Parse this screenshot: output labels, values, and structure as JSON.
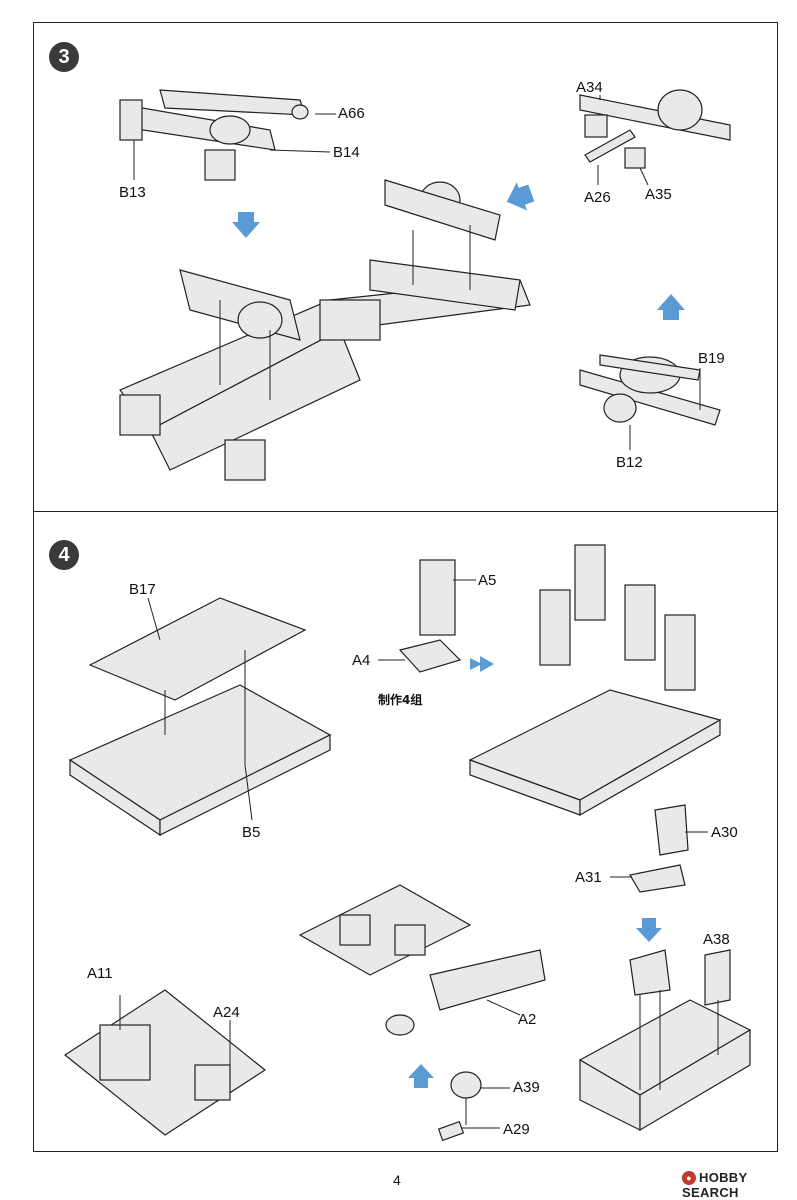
{
  "steps": {
    "step3": {
      "number": "3",
      "labels": {
        "a66": "A66",
        "b14": "B14",
        "b13": "B13",
        "a34": "A34",
        "a26": "A26",
        "a35": "A35",
        "b19": "B19",
        "b12": "B12"
      }
    },
    "step4": {
      "number": "4",
      "labels": {
        "b17": "B17",
        "b5": "B5",
        "a5": "A5",
        "a4": "A4",
        "make4": "制作4组",
        "a30": "A30",
        "a31": "A31",
        "a38": "A38",
        "a11": "A11",
        "a24": "A24",
        "a2": "A2",
        "a39": "A39",
        "a29": "A29"
      }
    }
  },
  "footer": {
    "page_number": "4",
    "watermark": "HOBBY SEARCH"
  },
  "colors": {
    "arrow_blue": "#5b9bd5",
    "line": "#222222",
    "part_fill": "#e9e9e9"
  }
}
